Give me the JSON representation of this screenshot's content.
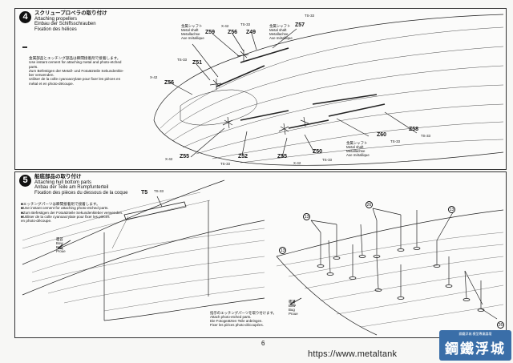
{
  "step4": {
    "number": "4",
    "title": [
      "スクリュープロペラの取り付け",
      "Attaching propellers",
      "Einbau der Schiffsschrauben",
      "Fixation des hélices"
    ],
    "note": [
      "金属部品とエッチング部品は瞬間接着剤で接着します。",
      "Use instant cement for attaching metal and photo-etched",
      "parts.",
      "Zum Befestigen der Metall- und Fotoätzteile Sekundenkle-",
      "ber verwenden.",
      "Utiliser de la colle cyanoacrylate pour fixer les pièces en",
      "métal et en photo-découpe."
    ],
    "metal_shaft": [
      "金属シャフト",
      "Metal shaft",
      "Metallachse",
      "Axe métallique"
    ],
    "labels": {
      "z59": "Z59",
      "z56a": "Z56",
      "z49": "Z49",
      "z57": "Z57",
      "z51": "Z51",
      "z56b": "Z56",
      "z55a": "Z55",
      "z52": "Z52",
      "z55b": "Z55",
      "z50": "Z50",
      "z60": "Z60",
      "z58": "Z58"
    },
    "small": {
      "x42a": "X-42",
      "ts33a": "TS-33",
      "ts33b": "TS-33",
      "ts33c": "TS-33",
      "x42b": "X-42",
      "x42c": "X-42",
      "ts33d": "TS-33",
      "x42d": "X-42",
      "ts33e": "TS-33",
      "ts33f": "TS-33",
      "ts33g": "TS-33"
    }
  },
  "step5": {
    "number": "5",
    "title": [
      "船底部品の取り付け",
      "Attaching hull bottom parts",
      "Anbau der Teile am Rumpfunterteil",
      "Fixation des pièces du dessous de la coque"
    ],
    "note": [
      "■エッチングパーツは瞬間接着剤で接着します。",
      "■Use instant cement for attaching photo-etched parts.",
      "■Zum Befestigen der Fotoätzteile Sekundenkleber verwenden.",
      "■Utiliser de la colle cyanoacrylate pour fixer les pièces",
      "en photo-découpe."
    ],
    "t5": "T5",
    "ts33": "TS-33",
    "bow1": [
      "艦首",
      "Bow",
      "Bug",
      "Proue"
    ],
    "bow2": [
      "艦首",
      "Bow",
      "Bug",
      "Proue"
    ],
    "pe_note": [
      "指示のエッチングパーツを取り付けます。",
      "Attach photo-etched parts.",
      "Die Fotogeätzten Teile anbringen.",
      "Fixer les pièces photo-découpées."
    ],
    "callouts": [
      "13",
      "26",
      "13",
      "13",
      "26"
    ]
  },
  "page_number": "6",
  "url": "https://www.metaltank",
  "logo": {
    "top": "鋼鐵浮城 模型專業論壇",
    "main": "鋼鐵浮城"
  }
}
